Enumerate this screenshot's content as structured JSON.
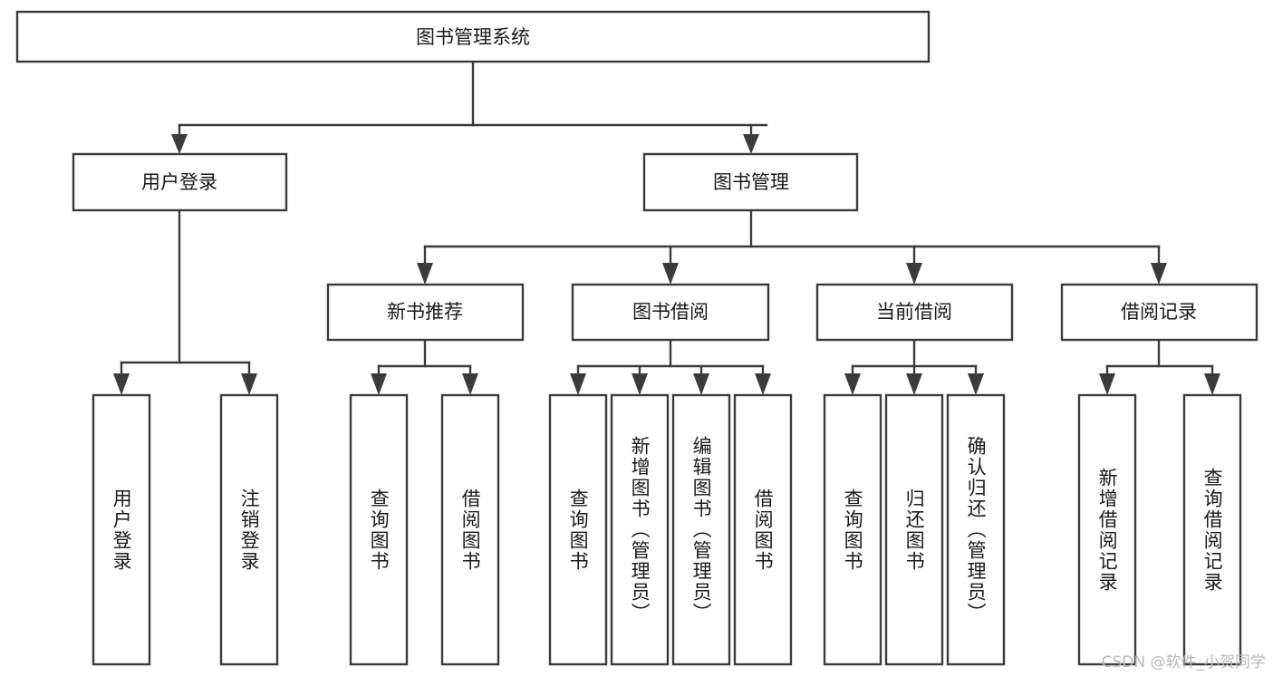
{
  "diagram": {
    "type": "tree-hierarchy",
    "title": "图书管理系统",
    "orientation": "top-down",
    "colors": {
      "node_stroke": "#3b3b3b",
      "node_fill": "#ffffff",
      "text": "#1a1a1a",
      "background": "#ffffff",
      "watermark": "#b9b9b9"
    },
    "watermark": "CSDN @软件_小贺同学",
    "nodes": {
      "root": {
        "label": "图书管理系统"
      },
      "level2": [
        {
          "id": "user-login",
          "label": "用户登录"
        },
        {
          "id": "book-manage",
          "label": "图书管理"
        }
      ],
      "level3": [
        {
          "id": "new-book-recommend",
          "label": "新书推荐"
        },
        {
          "id": "book-borrow",
          "label": "图书借阅"
        },
        {
          "id": "current-borrow",
          "label": "当前借阅"
        },
        {
          "id": "borrow-record",
          "label": "借阅记录"
        }
      ],
      "leaves": [
        {
          "id": "leaf-user-login",
          "label": "用户登录",
          "parent": "user-login"
        },
        {
          "id": "leaf-logout-login",
          "label": "注销登录",
          "parent": "user-login"
        },
        {
          "id": "leaf-query-book-1",
          "label": "查询图书",
          "parent": "new-book-recommend"
        },
        {
          "id": "leaf-borrow-book-1",
          "label": "借阅图书",
          "parent": "new-book-recommend"
        },
        {
          "id": "leaf-query-book-2",
          "label": "查询图书",
          "parent": "book-borrow"
        },
        {
          "id": "leaf-add-book",
          "label": "新增图书（管理员）",
          "parent": "book-borrow"
        },
        {
          "id": "leaf-edit-book",
          "label": "编辑图书（管理员）",
          "parent": "book-borrow"
        },
        {
          "id": "leaf-borrow-book-2",
          "label": "借阅图书",
          "parent": "book-borrow"
        },
        {
          "id": "leaf-query-book-3",
          "label": "查询图书",
          "parent": "current-borrow"
        },
        {
          "id": "leaf-return-book",
          "label": "归还图书",
          "parent": "current-borrow"
        },
        {
          "id": "leaf-confirm-return",
          "label": "确认归还（管理员）",
          "parent": "current-borrow"
        },
        {
          "id": "leaf-add-record",
          "label": "新增借阅记录",
          "parent": "borrow-record"
        },
        {
          "id": "leaf-query-record",
          "label": "查询借阅记录",
          "parent": "borrow-record"
        }
      ]
    }
  }
}
